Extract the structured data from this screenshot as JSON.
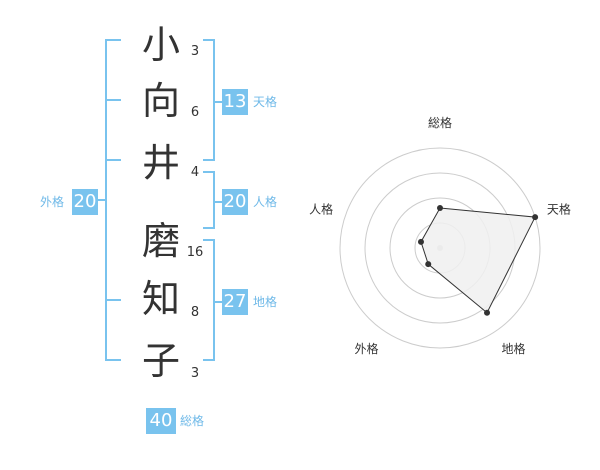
{
  "name_chars": [
    {
      "char": "小",
      "strokes": "3"
    },
    {
      "char": "向",
      "strokes": "6"
    },
    {
      "char": "井",
      "strokes": "4"
    },
    {
      "char": "磨",
      "strokes": "16"
    },
    {
      "char": "知",
      "strokes": "8"
    },
    {
      "char": "子",
      "strokes": "3"
    }
  ],
  "scores": {
    "tenkaku": {
      "value": "13",
      "label": "天格"
    },
    "jinkaku": {
      "value": "20",
      "label": "人格"
    },
    "chikaku": {
      "value": "27",
      "label": "地格"
    },
    "gaikaku": {
      "value": "20",
      "label": "外格"
    },
    "soukaku": {
      "value": "40",
      "label": "総格"
    }
  },
  "colors": {
    "accent": "#79c3ee",
    "label": "#6fb9e8",
    "text": "#333333",
    "ring": "#cccccc",
    "fill": "#f0f0f0"
  },
  "chart_data": {
    "type": "radar",
    "axes": [
      "総格",
      "天格",
      "地格",
      "外格",
      "人格"
    ],
    "values": [
      2,
      5,
      4,
      1,
      1
    ],
    "range": [
      0,
      5
    ],
    "rings": 4
  }
}
